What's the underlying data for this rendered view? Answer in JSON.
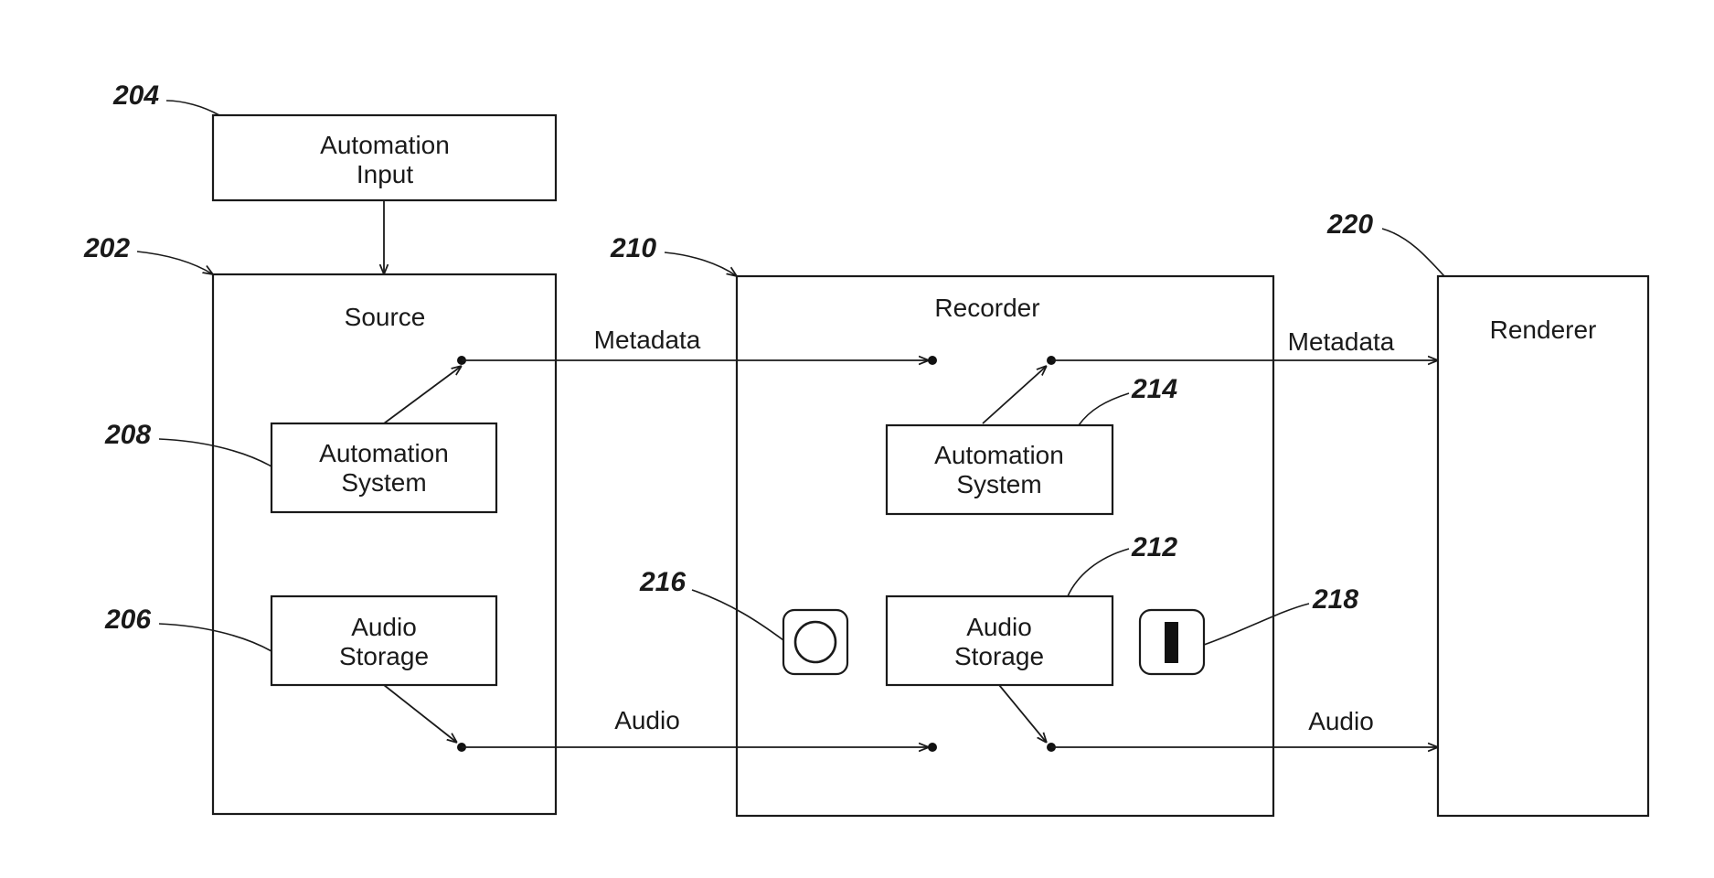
{
  "references": {
    "r204": "204",
    "r202": "202",
    "r208": "208",
    "r206": "206",
    "r210": "210",
    "r214": "214",
    "r212": "212",
    "r216": "216",
    "r218": "218",
    "r220": "220"
  },
  "blocks": {
    "automation_input": [
      "Automation",
      "Input"
    ],
    "source": "Source",
    "source_automation_system": [
      "Automation",
      "System"
    ],
    "source_audio_storage": [
      "Audio",
      "Storage"
    ],
    "recorder": "Recorder",
    "recorder_automation_system": [
      "Automation",
      "System"
    ],
    "recorder_audio_storage": [
      "Audio",
      "Storage"
    ],
    "renderer": "Renderer"
  },
  "signals": {
    "metadata_in": "Metadata",
    "metadata_out": "Metadata",
    "audio_in": "Audio",
    "audio_out": "Audio"
  }
}
